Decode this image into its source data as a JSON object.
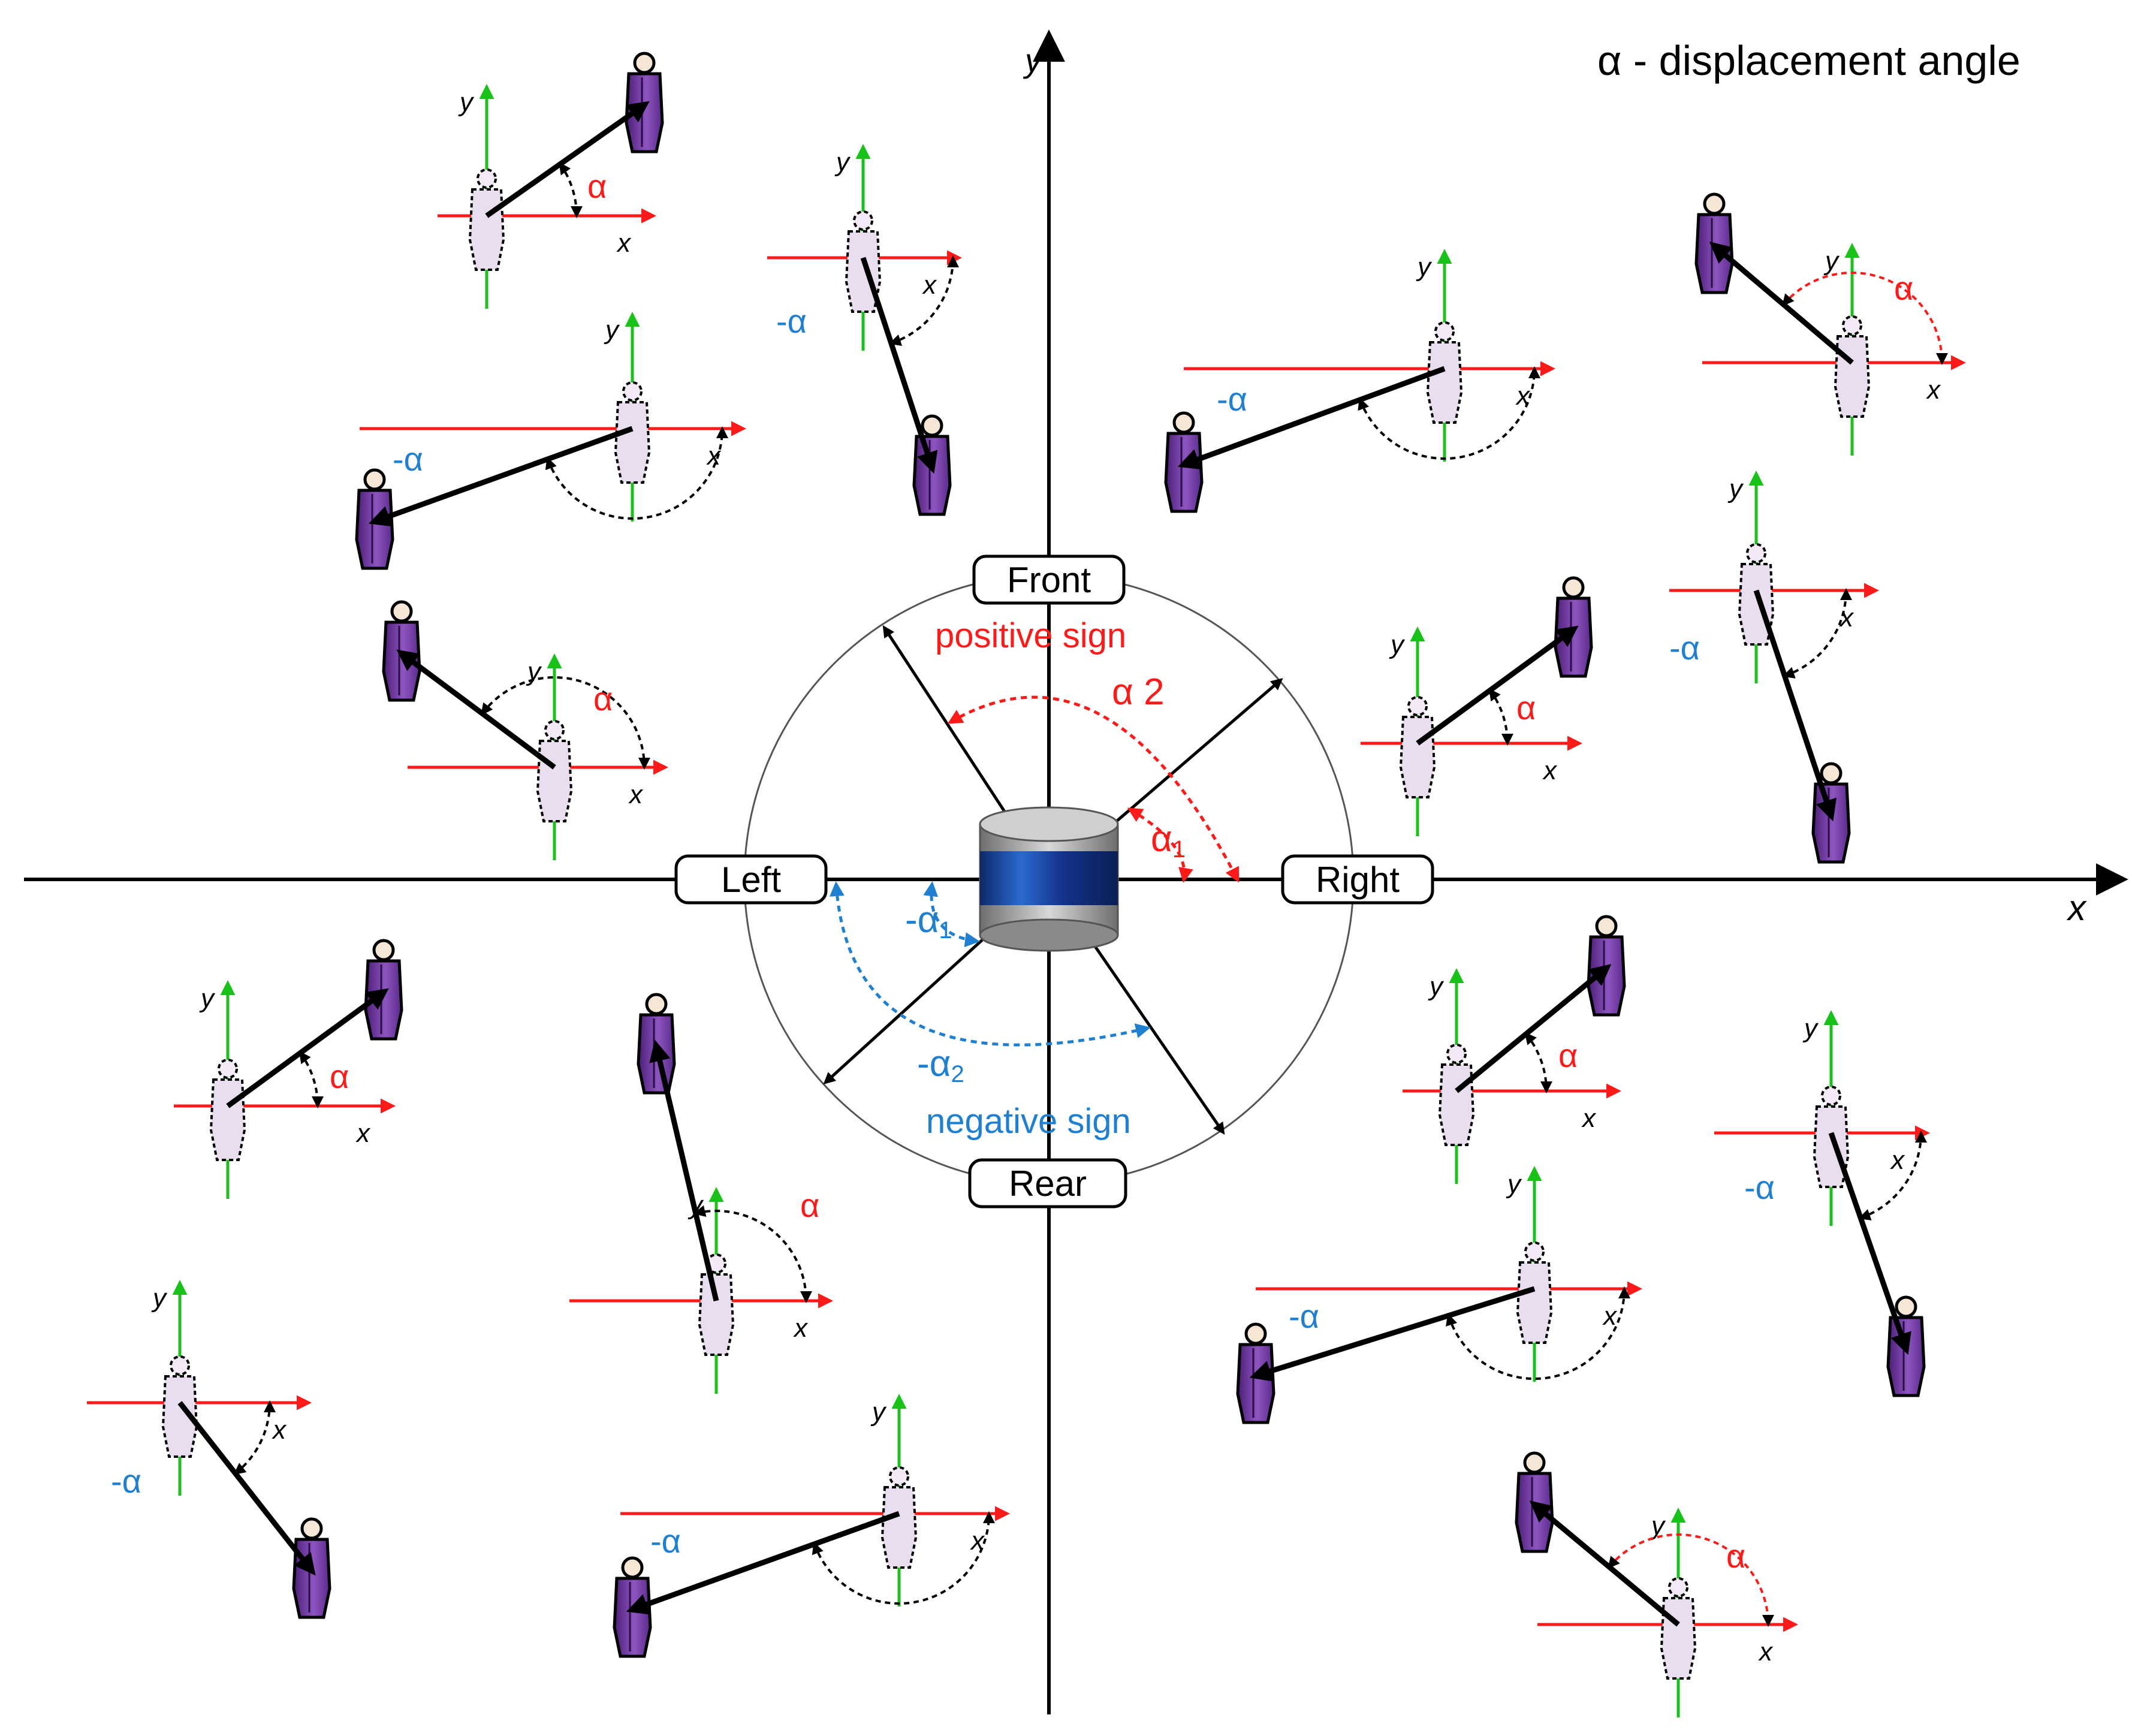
{
  "legend": {
    "symbol": "α",
    "text": " - displacement angle"
  },
  "axes": {
    "x_label": "x",
    "y_label": "y"
  },
  "directions": {
    "front": "Front",
    "rear": "Rear",
    "left": "Left",
    "right": "Right"
  },
  "signs": {
    "positive": "positive sign",
    "negative": "negative sign"
  },
  "angles": {
    "alpha": "α",
    "neg_alpha": "-α",
    "alpha_1": "α",
    "alpha_1_sub": "1",
    "alpha_2": "α 2",
    "neg_alpha_1": "-α",
    "neg_alpha_1_sub": "1",
    "neg_alpha_2": "-α",
    "neg_alpha_2_sub": "2"
  },
  "colors": {
    "axis": "#000000",
    "local_x_axis": "#ff1a1a",
    "local_y_axis": "#19c219",
    "positive": "#ff1a1a",
    "negative": "#1f7fd0",
    "person": "#7b3fa8",
    "sensor_body": "#8c8c8c",
    "sensor_band": "#1a3a8a"
  },
  "figures": [
    {
      "id": "1",
      "sign": "pos"
    },
    {
      "id": "2",
      "sign": "neg"
    },
    {
      "id": "3",
      "sign": "neg"
    },
    {
      "id": "4",
      "sign": "pos"
    },
    {
      "id": "5",
      "sign": "neg"
    },
    {
      "id": "6",
      "sign": "pos"
    },
    {
      "id": "7",
      "sign": "pos"
    },
    {
      "id": "8",
      "sign": "neg"
    },
    {
      "id": "9",
      "sign": "pos"
    },
    {
      "id": "10",
      "sign": "pos"
    },
    {
      "id": "11",
      "sign": "neg"
    },
    {
      "id": "12",
      "sign": "neg"
    },
    {
      "id": "13",
      "sign": "neg"
    },
    {
      "id": "14",
      "sign": "pos"
    },
    {
      "id": "15",
      "sign": "neg"
    },
    {
      "id": "16",
      "sign": "neg"
    },
    {
      "id": "17",
      "sign": "pos"
    }
  ]
}
